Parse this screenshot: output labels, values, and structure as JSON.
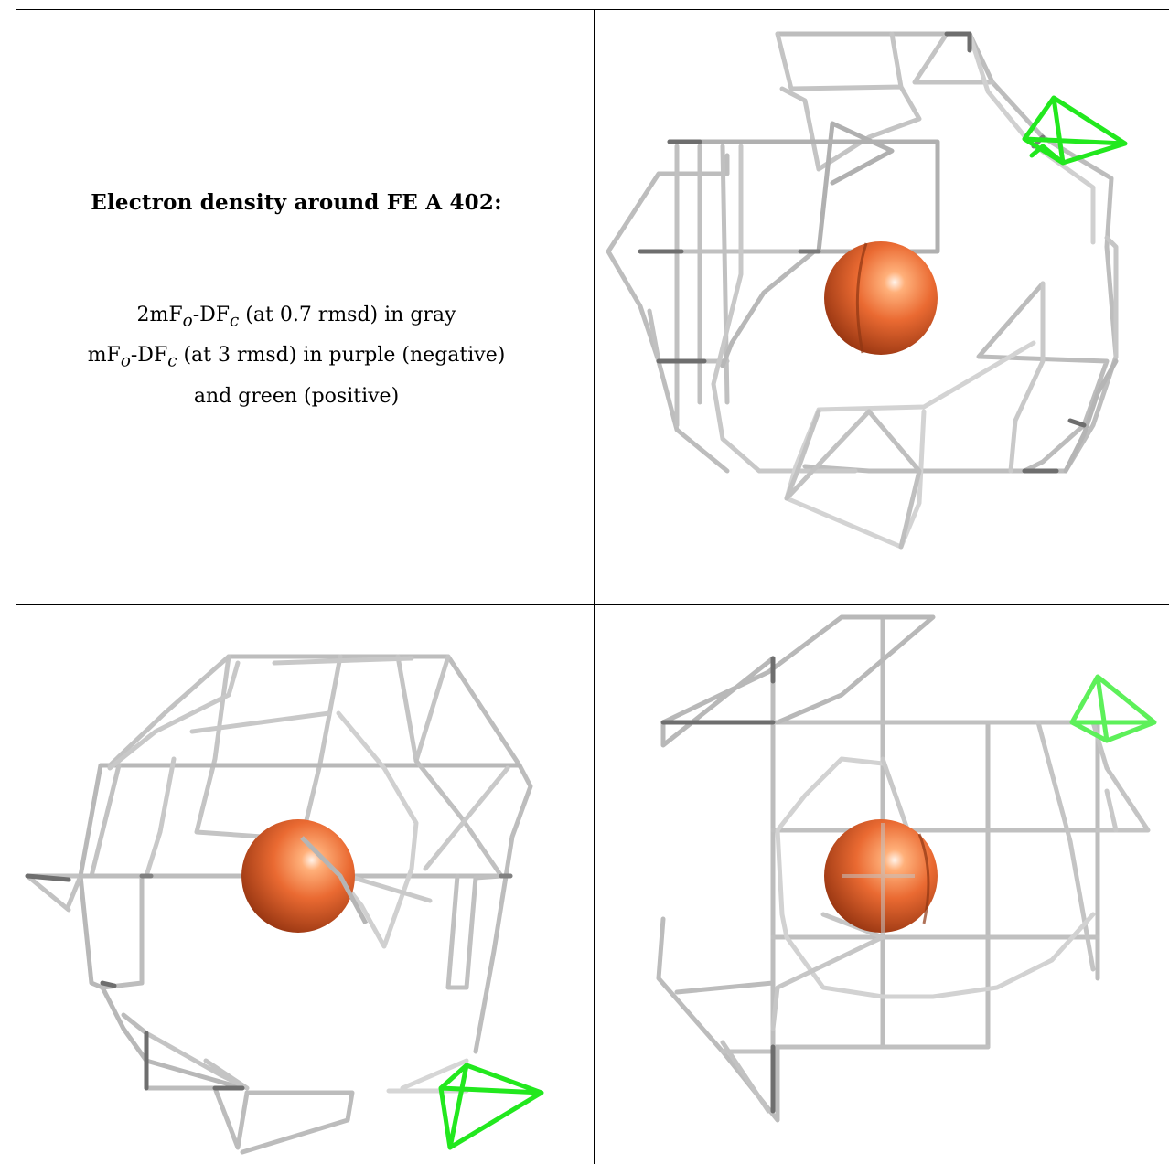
{
  "title": "Electron density around FE A 402:",
  "legend_line_1": {
    "a": "2mF",
    "b": "o",
    "c": "-DF",
    "d": "c",
    "e": " (at 0.7 rmsd) in gray"
  },
  "legend_line_2": {
    "a": "mF",
    "b": "o",
    "c": "-DF",
    "d": "c",
    "e": " (at 3 rmsd) in purple (negative)"
  },
  "legend_line_3": "and green (positive)",
  "colors": {
    "mesh_gray": "#b9b9b9",
    "mesh_dark": "#6b6b6b",
    "mesh_light": "#dddddd",
    "positive_green": "#22e81e",
    "iron_atom": "#e8662f"
  },
  "views": [
    {
      "name": "view-top-right"
    },
    {
      "name": "view-bottom-left"
    },
    {
      "name": "view-bottom-right"
    }
  ]
}
